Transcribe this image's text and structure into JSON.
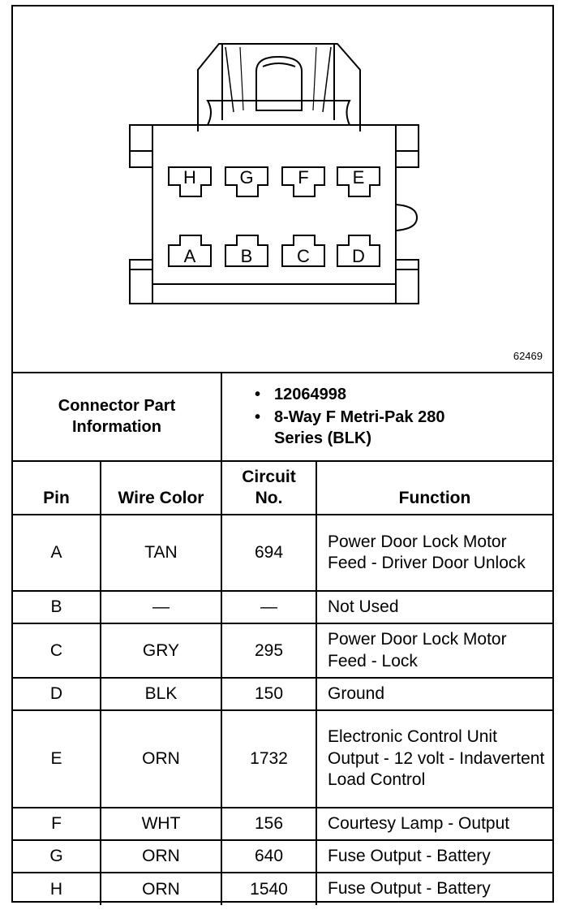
{
  "figure": {
    "figure_number": "62469",
    "pins_top": [
      "H",
      "G",
      "F",
      "E"
    ],
    "pins_bottom": [
      "A",
      "B",
      "C",
      "D"
    ]
  },
  "connector_info": {
    "label": "Connector Part Information",
    "part_number": "12064998",
    "description": "8-Way F Metri-Pak 280 Series (BLK)",
    "bullet": "•"
  },
  "table": {
    "headers": {
      "pin": "Pin",
      "wire_color": "Wire Color",
      "circuit": "Circuit No.",
      "function": "Function"
    },
    "rows": [
      {
        "pin": "A",
        "wire_color": "TAN",
        "circuit": "694",
        "function": "Power Door Lock Motor Feed - Driver Door Unlock"
      },
      {
        "pin": "B",
        "wire_color": "—",
        "circuit": "—",
        "function": "Not Used"
      },
      {
        "pin": "C",
        "wire_color": "GRY",
        "circuit": "295",
        "function": "Power Door Lock Motor Feed - Lock"
      },
      {
        "pin": "D",
        "wire_color": "BLK",
        "circuit": "150",
        "function": "Ground"
      },
      {
        "pin": "E",
        "wire_color": "ORN",
        "circuit": "1732",
        "function": "Electronic Control Unit Output - 12 volt - Indavertent Load Control"
      },
      {
        "pin": "F",
        "wire_color": "WHT",
        "circuit": "156",
        "function": "Courtesy Lamp - Output"
      },
      {
        "pin": "G",
        "wire_color": "ORN",
        "circuit": "640",
        "function": "Fuse Output - Battery"
      },
      {
        "pin": "H",
        "wire_color": "ORN",
        "circuit": "1540",
        "function": "Fuse Output - Battery"
      }
    ]
  }
}
